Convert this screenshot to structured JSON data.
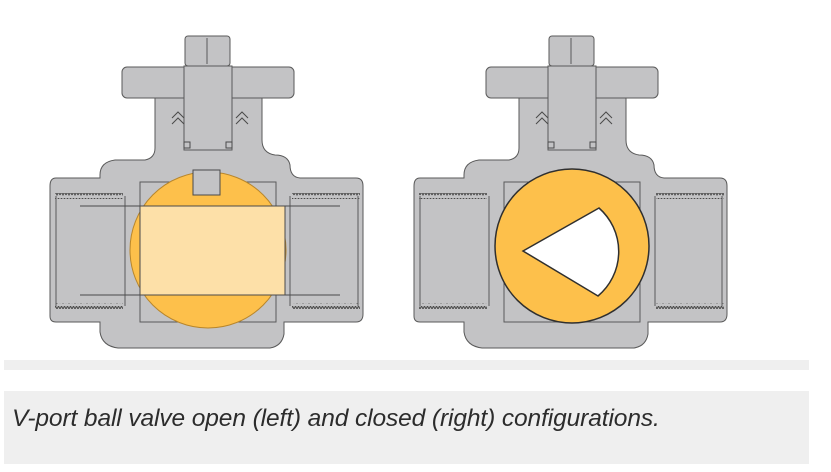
{
  "figure": {
    "description": "Cross-section diagrams of a V-port ball valve",
    "valves": [
      {
        "id": "left",
        "state": "open",
        "label": "open (left)"
      },
      {
        "id": "right",
        "state": "closed",
        "label": "closed (right)"
      }
    ],
    "colors": {
      "body_fill": "#c3c3c5",
      "body_stroke": "#4a4a4a",
      "ball_orange": "#fdc04b",
      "bore_light": "#fde0a8",
      "v_port_opening": "#ffffff",
      "background": "#ffffff",
      "band": "#efefef"
    }
  },
  "caption": {
    "text": "V-port ball valve open (left) and closed (right) configurations."
  }
}
